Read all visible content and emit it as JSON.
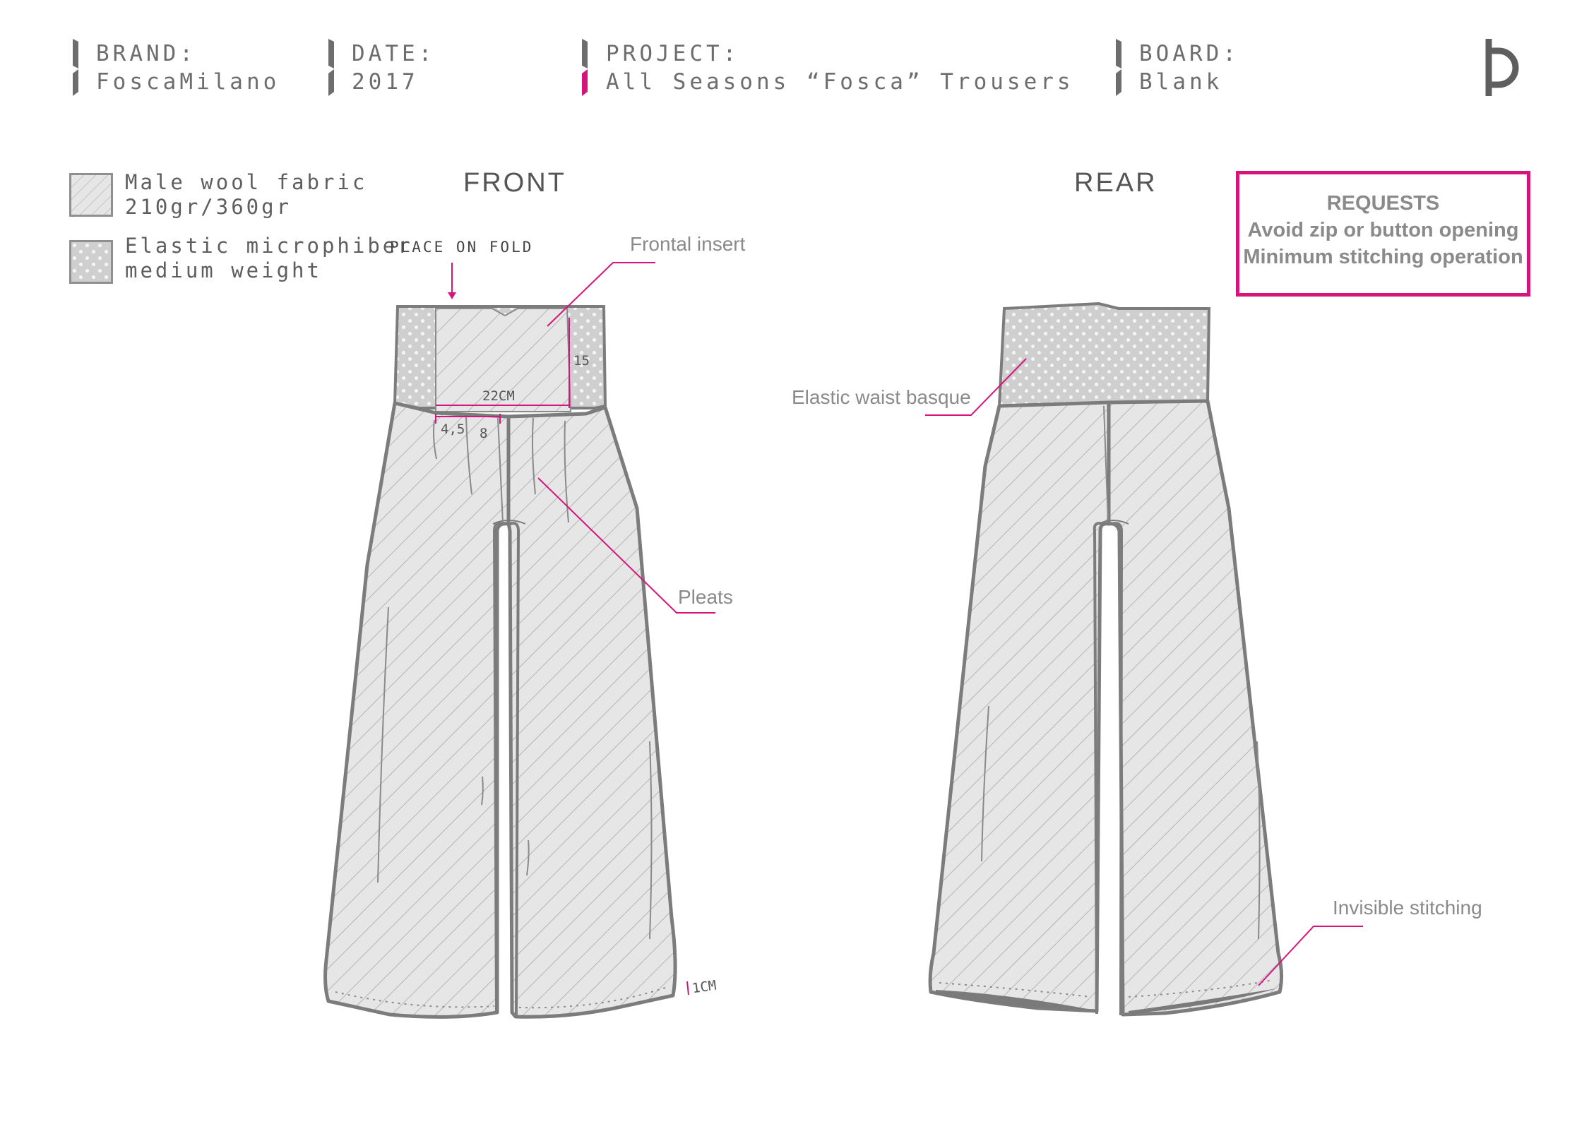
{
  "header": {
    "brand_label": "BRAND:",
    "brand_value": "FoscaMilano",
    "date_label": "DATE:",
    "date_value": "2017",
    "project_label": "PROJECT:",
    "project_value": "All Seasons “Fosca” Trousers",
    "board_label": "BOARD:",
    "board_value": "Blank"
  },
  "legend": {
    "wool_line1": "Male wool fabric",
    "wool_line2": "210gr/360gr",
    "elastic_line1": "Elastic microphiber",
    "elastic_line2": "medium weight"
  },
  "views": {
    "front_title": "FRONT",
    "rear_title": "REAR"
  },
  "annotations": {
    "place_on_fold": "PLACE ON FOLD",
    "frontal_insert": "Frontal insert",
    "dim_15": "15",
    "dim_22cm": "22CM",
    "dim_4_5": "4,5",
    "dim_8": "8",
    "pleats": "Pleats",
    "dim_1cm": "1CM",
    "elastic_waist_basque": "Elastic waist basque",
    "invisible_stitching": "Invisible stitching"
  },
  "requests": {
    "title": "REQUESTS",
    "line1": "Avoid zip or button opening",
    "line2": "Minimum stitching operation"
  },
  "colors": {
    "accent": "#d6147e",
    "outline": "#7c7c7c",
    "fabric_fill": "#e6e6e6",
    "header_text": "#6d6d6d"
  },
  "icons": [
    "brand-logo-icon",
    "header-divider-icon"
  ]
}
